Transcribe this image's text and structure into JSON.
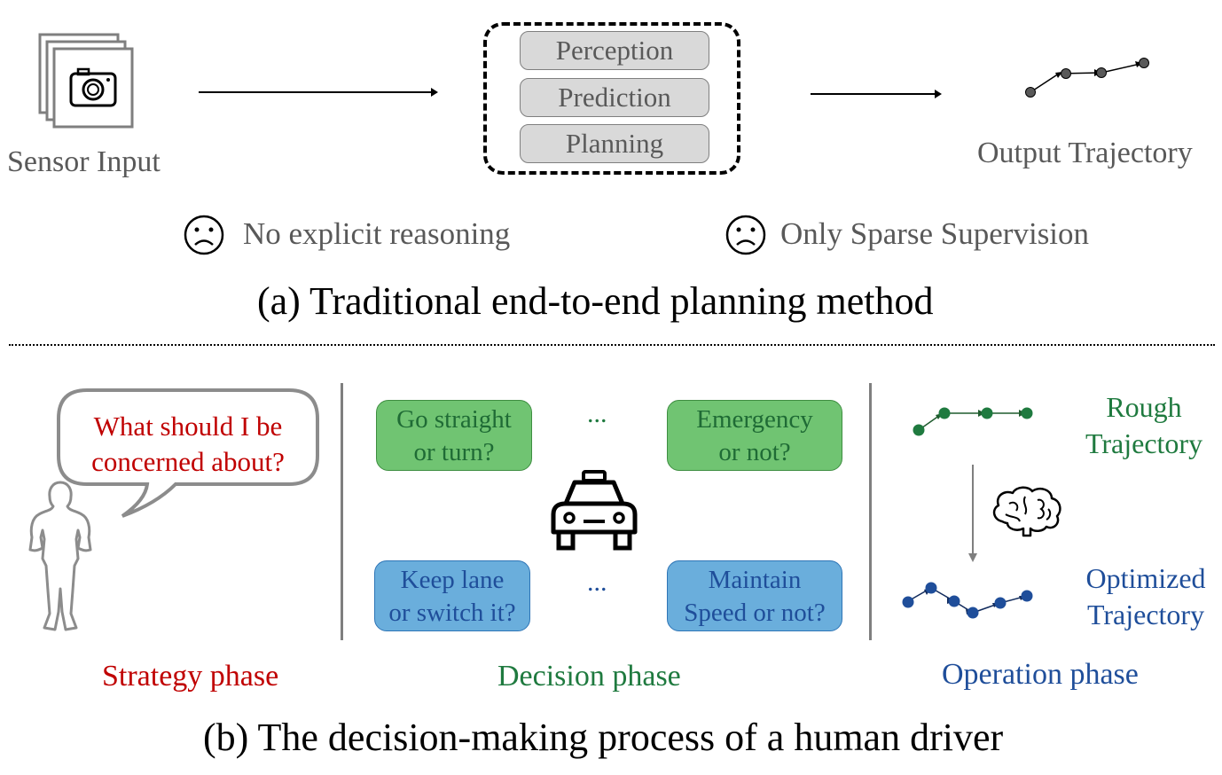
{
  "part_a": {
    "sensor_label": "Sensor Input",
    "modules": [
      "Perception",
      "Prediction",
      "Planning"
    ],
    "output_label": "Output Trajectory",
    "drawbacks": [
      "No explicit reasoning",
      "Only Sparse Supervision"
    ],
    "caption": "(a) Traditional end-to-end planning method"
  },
  "part_b": {
    "speech": [
      "What should I be",
      "concerned about?"
    ],
    "questions": {
      "q1": [
        "Go straight",
        "or turn?"
      ],
      "q2": [
        "Emergency",
        "or not?"
      ],
      "q3": [
        "Keep lane",
        "or switch it?"
      ],
      "q4": [
        "Maintain",
        "Speed or not?"
      ],
      "ellipsis": "..."
    },
    "rough_label": [
      "Rough",
      "Trajectory"
    ],
    "optimized_label": [
      "Optimized",
      "Trajectory"
    ],
    "phases": {
      "strategy": "Strategy phase",
      "decision": "Decision phase",
      "operation": "Operation phase"
    },
    "caption": "(b) The decision-making process of a human driver"
  },
  "colors": {
    "gray": "#595959",
    "strategy_red": "#c00000",
    "decision_green": "#1f7a3f",
    "operation_blue": "#1f4e9a",
    "green_box": "#70c472",
    "blue_box": "#6aaedc"
  }
}
